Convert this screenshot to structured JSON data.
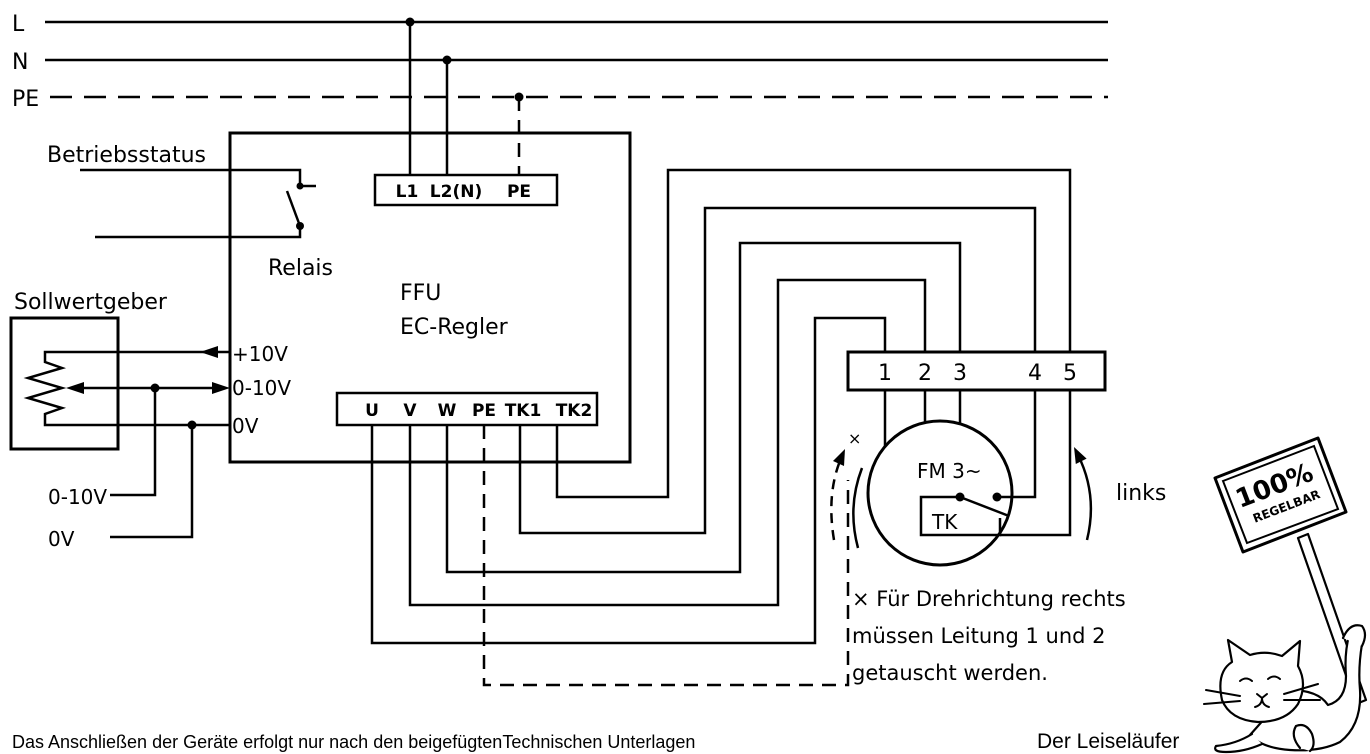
{
  "supply_lines": {
    "l": "L",
    "n": "N",
    "pe": "PE"
  },
  "relay": {
    "status_label": "Betriebsstatus",
    "label": "Relais"
  },
  "controller": {
    "title": "FFU",
    "subtitle": "EC-Regler",
    "top_terminals": [
      "L1",
      "L2(N)",
      "PE"
    ],
    "bottom_terminals": [
      "U",
      "V",
      "W",
      "PE",
      "TK1",
      "TK2"
    ]
  },
  "setpoint": {
    "label": "Sollwertgeber",
    "plus10v": "+10V",
    "signal": "0-10V",
    "zero": "0V",
    "out_signal": "0-10V",
    "out_zero": "0V"
  },
  "motor": {
    "terminals": [
      "1",
      "2",
      "3",
      "4",
      "5"
    ],
    "label": "FM 3~",
    "thermal_contact": "TK",
    "direction_label": "links",
    "note_marker": "×"
  },
  "note": [
    "× Für Drehrichtung rechts",
    "müssen Leitung 1 und 2",
    "getauscht werden."
  ],
  "footer": {
    "disclaimer": "Das Anschließen der Geräte erfolgt nur nach den beigefügtenTechnischen Unterlagen",
    "brand": "Der Leiseläufer"
  },
  "sign": {
    "line1": "100%",
    "line2": "REGELBAR"
  },
  "colors": {
    "ink": "#000000",
    "background": "#ffffff"
  }
}
